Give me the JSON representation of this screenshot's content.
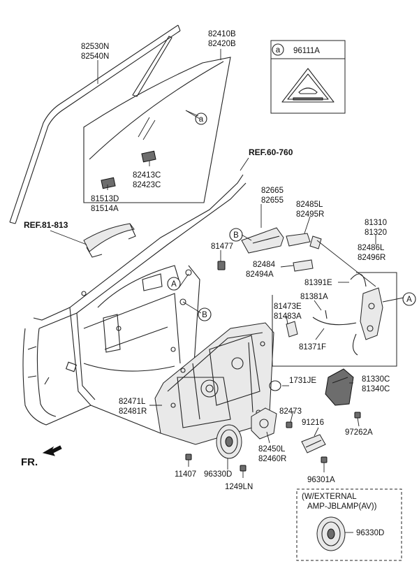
{
  "parts": {
    "p82530N": "82530N",
    "p82540N": "82540N",
    "p82410B": "82410B",
    "p82420B": "82420B",
    "p96111A": "96111A",
    "p82413C": "82413C",
    "p82423C": "82423C",
    "p81513D": "81513D",
    "p81514A": "81514A",
    "ref60": "REF.60-760",
    "ref81": "REF.81-813",
    "p82665": "82665",
    "p82655": "82655",
    "p82485L": "82485L",
    "p82495R": "82495R",
    "p81310": "81310",
    "p81320": "81320",
    "p82486L": "82486L",
    "p82496R": "82496R",
    "p81477": "81477",
    "p82484": "82484",
    "p82494A": "82494A",
    "p81391E": "81391E",
    "p81381A": "81381A",
    "p81473E": "81473E",
    "p81483A": "81483A",
    "p81371F": "81371F",
    "p1731JE": "1731JE",
    "p81330C": "81330C",
    "p81340C": "81340C",
    "p82471L": "82471L",
    "p82481R": "82481R",
    "p82473": "82473",
    "p91216": "91216",
    "p97262A": "97262A",
    "p82450L": "82450L",
    "p82460R": "82460R",
    "p11407": "11407",
    "p96330D": "96330D",
    "p1249LN": "1249LN",
    "p96301A": "96301A",
    "ampLine1": "(W/EXTERNAL",
    "ampLine2": "AMP-JBLAMP(AV))",
    "p96330D_2": "96330D",
    "fr": "FR."
  },
  "callouts": {
    "a": "a",
    "A": "A",
    "B": "B"
  }
}
